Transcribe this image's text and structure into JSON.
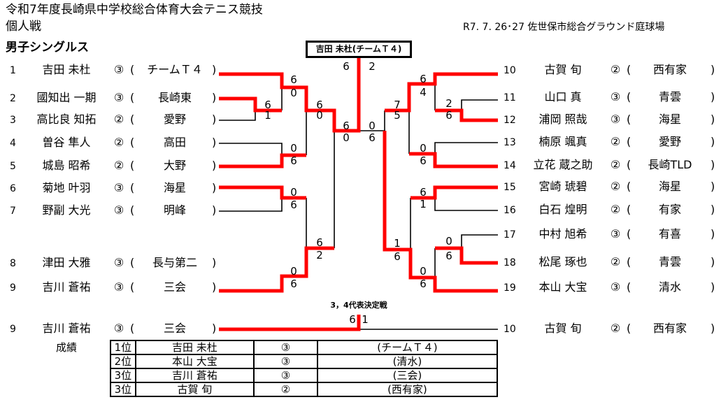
{
  "header": {
    "title": "令和7年度長崎県中学校総合体育大会テニス競技",
    "subtitle": "個人戦",
    "event": "男子シングルス",
    "date_venue": "R7. 7. 26･27  佐世保市総合グラウンド庭球場"
  },
  "champion_box": "吉田 未杜(チームＴ４)",
  "left_players": [
    {
      "no": "1",
      "name": "吉田 未杜",
      "grade": "③",
      "school": "チームＴ４"
    },
    {
      "no": "2",
      "name": "國知出 一期",
      "grade": "③",
      "school": "長崎東"
    },
    {
      "no": "3",
      "name": "高比良 知拓",
      "grade": "②",
      "school": "愛野"
    },
    {
      "no": "4",
      "name": "曽谷 隼人",
      "grade": "②",
      "school": "高田"
    },
    {
      "no": "5",
      "name": "城島 昭希",
      "grade": "②",
      "school": "大野"
    },
    {
      "no": "6",
      "name": "菊地 叶羽",
      "grade": "③",
      "school": "海星"
    },
    {
      "no": "7",
      "name": "野副 大光",
      "grade": "③",
      "school": "明峰"
    },
    {
      "no": "8",
      "name": "津田 大雅",
      "grade": "③",
      "school": "長与第二"
    },
    {
      "no": "9",
      "name": "吉川 蒼祐",
      "grade": "③",
      "school": "三会"
    }
  ],
  "right_players": [
    {
      "no": "10",
      "name": "古賀 旬",
      "grade": "②",
      "school": "西有家"
    },
    {
      "no": "11",
      "name": "山口 真",
      "grade": "③",
      "school": "青雲"
    },
    {
      "no": "12",
      "name": "浦岡 照哉",
      "grade": "③",
      "school": "海星"
    },
    {
      "no": "13",
      "name": "楠原 颯真",
      "grade": "②",
      "school": "愛野"
    },
    {
      "no": "14",
      "name": "立花 蔵之助",
      "grade": "②",
      "school": "長崎TLD"
    },
    {
      "no": "15",
      "name": "宮崎 琥碧",
      "grade": "②",
      "school": "海星"
    },
    {
      "no": "16",
      "name": "白石 煌明",
      "grade": "②",
      "school": "有家"
    },
    {
      "no": "17",
      "name": "中村 旭希",
      "grade": "③",
      "school": "有喜"
    },
    {
      "no": "18",
      "name": "松尾 琢也",
      "grade": "②",
      "school": "青雲"
    },
    {
      "no": "19",
      "name": "本山 大宝",
      "grade": "③",
      "school": "清水"
    }
  ],
  "scores": [
    "6",
    "0",
    "6",
    "1",
    "0",
    "6",
    "6",
    "0",
    "6",
    "0",
    "6",
    "2",
    "0",
    "6",
    "0",
    "6",
    "6",
    "2",
    "0",
    "6",
    "6",
    "4",
    "2",
    "6",
    "7",
    "5",
    "0",
    "6",
    "6",
    "1",
    "1",
    "6",
    "0",
    "6",
    "0",
    "6"
  ],
  "third_place": {
    "label": "3，4代表決定戦",
    "score_left": "6",
    "score_right": "1",
    "left": {
      "no": "9",
      "name": "吉川 蒼祐",
      "grade": "③",
      "school": "三会"
    },
    "right": {
      "no": "10",
      "name": "古賀 旬",
      "grade": "②",
      "school": "西有家"
    }
  },
  "results": {
    "label": "成績",
    "rows": [
      {
        "rank": "1位",
        "name": "吉田 未杜",
        "grade": "③",
        "school": "(チームＴ４)"
      },
      {
        "rank": "2位",
        "name": "本山 大宝",
        "grade": "③",
        "school": "(清水)"
      },
      {
        "rank": "3位",
        "name": "吉川 蒼祐",
        "grade": "③",
        "school": "(三会)"
      },
      {
        "rank": "3位",
        "name": "古賀 旬",
        "grade": "②",
        "school": "(西有家)"
      }
    ]
  },
  "colors": {
    "winner_line": "#ff0000",
    "line": "#000000"
  }
}
